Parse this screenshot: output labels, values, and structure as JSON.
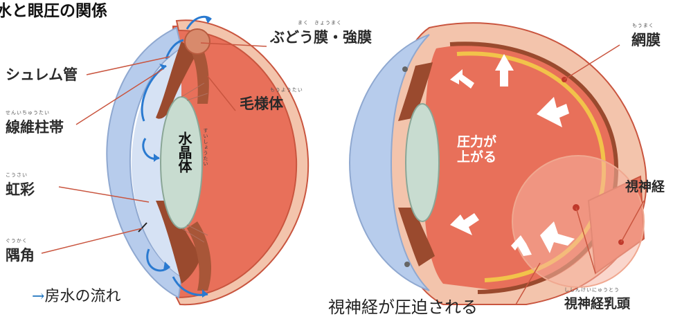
{
  "title": "水と眼圧の関係",
  "left_diagram": {
    "labels": {
      "schlemm": "シュレム管",
      "uvea_sclera": "ぶどう膜・強膜",
      "uvea_sclera_ruby": "まく　きょうまく",
      "ciliary_body": "毛様体",
      "ciliary_body_ruby": "もうようたい",
      "zonule": "線維柱帯",
      "zonule_ruby": "せんいちゅうたい",
      "iris": "虹彩",
      "iris_ruby": "こうさい",
      "angle": "隅角",
      "angle_ruby": "ぐうかく",
      "lens": "水晶体",
      "lens_ruby": "すいしょうたい"
    },
    "legend": {
      "arrow": "→",
      "text": "房水の流れ"
    }
  },
  "right_diagram": {
    "labels": {
      "retina": "網膜",
      "retina_ruby": "もうまく",
      "optic_nerve": "視神経",
      "pressure_line1": "圧力が",
      "pressure_line2": "上がる",
      "optic_disc": "視神経乳頭",
      "optic_disc_ruby": "ししんけいにゅうとう"
    },
    "caption": "視神経が圧迫される"
  },
  "colors": {
    "eye_red": "#e8705a",
    "sclera": "#f3c4ac",
    "cornea_blue": "#b7ccec",
    "muscle_brown": "#9a4a2e",
    "lens_green": "#c8dcd0",
    "flow_blue": "#2a7ad0",
    "retina_yellow": "#f2c34a"
  }
}
